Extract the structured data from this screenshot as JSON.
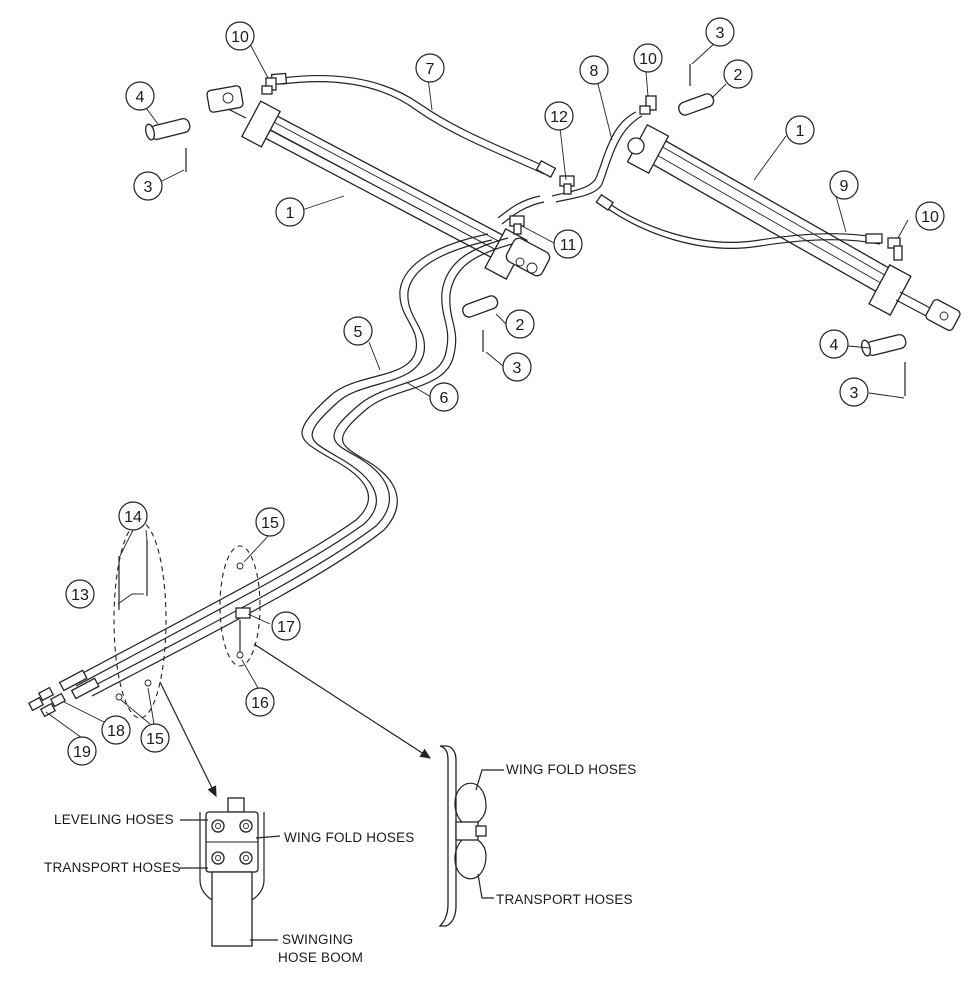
{
  "callouts": {
    "c1a": "1",
    "c1b": "1",
    "c2a": "2",
    "c2b": "2",
    "c3a": "3",
    "c3b": "3",
    "c3c": "3",
    "c3d": "3",
    "c4a": "4",
    "c4b": "4",
    "c5": "5",
    "c6": "6",
    "c7": "7",
    "c8": "8",
    "c9": "9",
    "c10a": "10",
    "c10b": "10",
    "c10c": "10",
    "c11": "11",
    "c12": "12",
    "c13": "13",
    "c14": "14",
    "c15a": "15",
    "c15b": "15",
    "c16": "16",
    "c17": "17",
    "c18": "18",
    "c19": "19"
  },
  "detail_boom": {
    "leveling_hoses": "LEVELING HOSES",
    "wing_fold_hoses": "WING FOLD HOSES",
    "transport_hoses": "TRANSPORT HOSES",
    "swinging_line1": "SWINGING",
    "swinging_line2": "HOSE BOOM"
  },
  "detail_side": {
    "wing_fold_hoses": "WING FOLD HOSES",
    "transport_hoses": "TRANSPORT HOSES"
  }
}
